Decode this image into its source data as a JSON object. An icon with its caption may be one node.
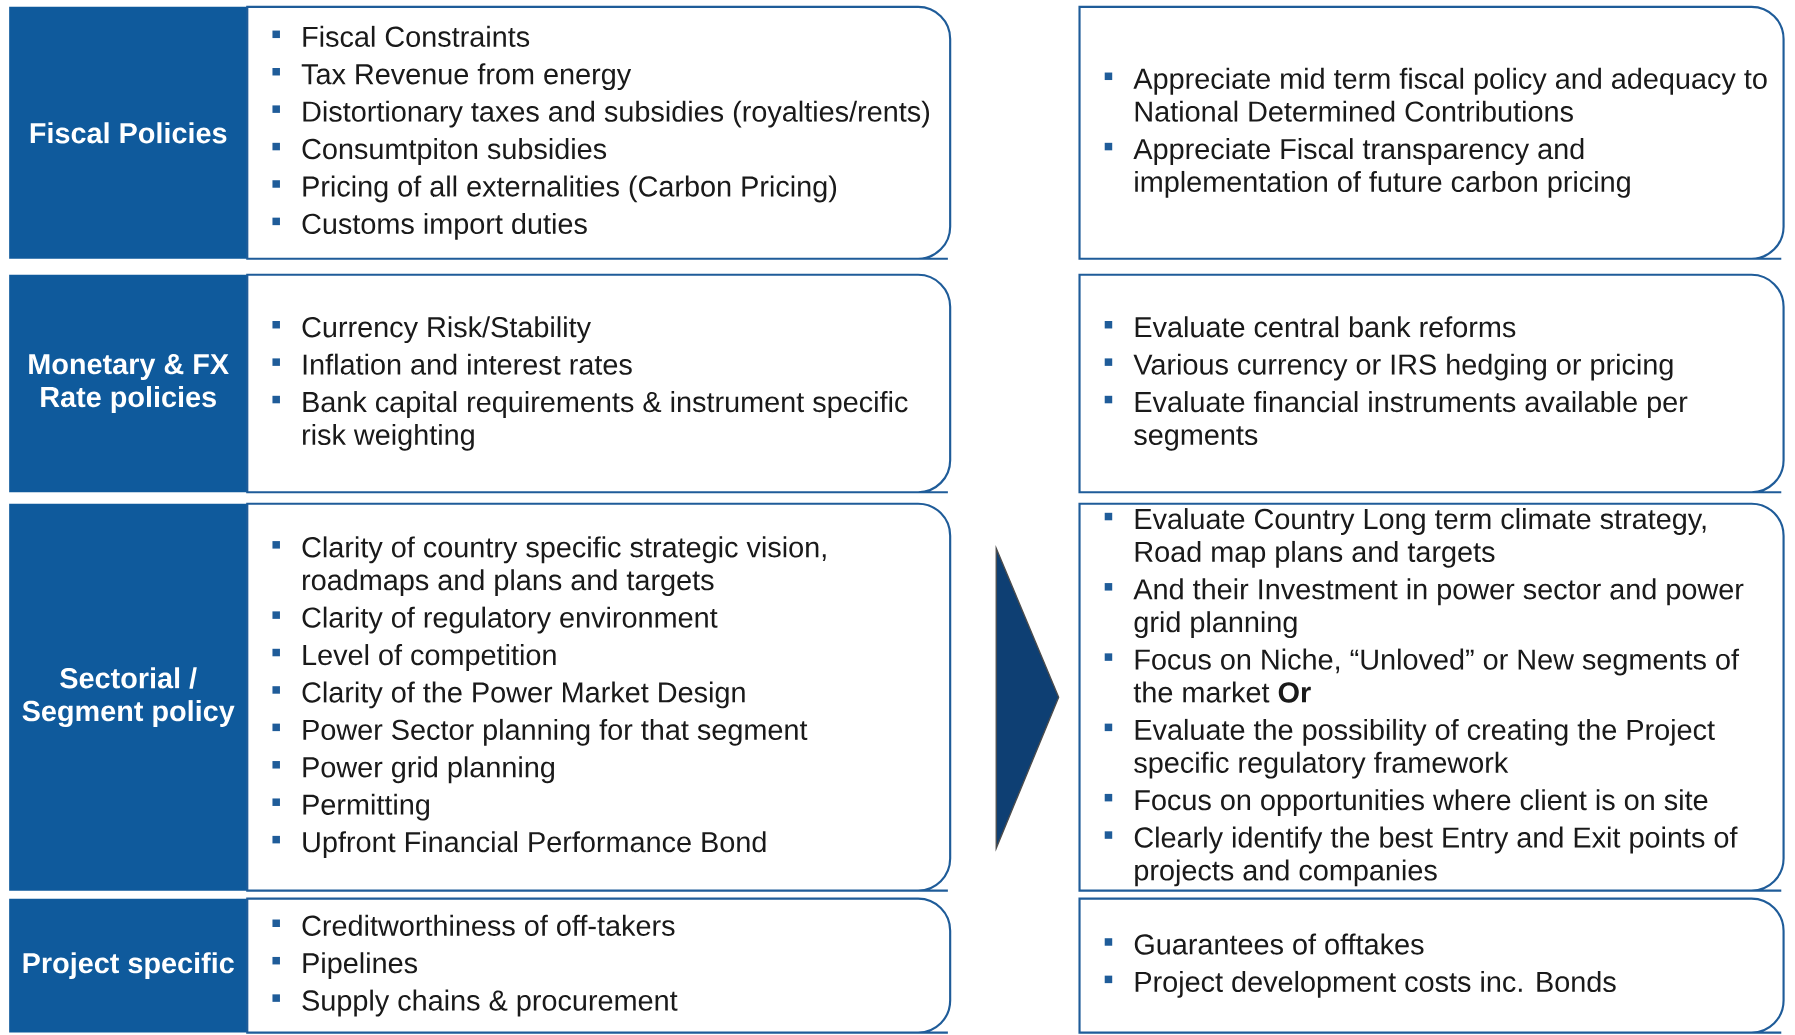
{
  "diagram": {
    "nodes": [
      {
        "text": [
          "Fiscal Policies"
        ]
      },
      {
        "text": [
          "Fiscal Constraints",
          "Tax Revenue from energy",
          "Distortionary taxes and subsidies (royalties/rents)",
          "Consumtpiton subsidies",
          "Pricing of all externalities (Carbon Pricing)",
          "Customs import duties"
        ]
      },
      {
        "text": [
          "Appreciate mid term fiscal policy and adequacy to National Determined Contributions",
          "Appreciate Fiscal transparency and implementation  of future carbon pricing"
        ]
      },
      {
        "text": [
          "Monetary & FX Rate policies"
        ]
      },
      {
        "text": [
          "Currency Risk/Stability",
          "Inflation and interest rates",
          "Bank capital requirements & instrument specific risk weighting"
        ]
      },
      {
        "text": [
          "Evaluate central bank reforms",
          "Various currency or IRS hedging or pricing",
          "Evaluate financial instruments available per segments"
        ]
      },
      {
        "text": [
          "Sectorial / Segment policy"
        ]
      },
      {
        "text": [
          "Clarity of country specific strategic vision, roadmaps and plans and targets",
          "Clarity of regulatory environment",
          "Level of competition",
          "Clarity of the Power Market Design",
          "Power Sector planning for that segment",
          "Power grid planning",
          "Permitting",
          "Upfront Financial Performance Bond"
        ]
      },
      {
        "text": [
          "Evaluate Country Long term climate strategy, Road map plans and targets",
          "And their Investment in power sector and power grid planning",
          "Focus on Niche, “Unloved” or New segments of the market **Or**",
          "Evaluate the possibility of creating the Project specific regulatory framework",
          "Focus on opportunities where client is on site",
          "Clearly identify the best Entry and Exit points of projects and companies"
        ]
      },
      {
        "text": [
          "Project specific"
        ]
      },
      {
        "text": [
          "Creditworthiness of off-takers",
          "Pipelines",
          "Supply chains & procurement"
        ]
      },
      {
        "text": [
          "Guarantees of offtakes",
          "Project development costs inc. Bonds"
        ]
      }
    ],
    "edges": [
      {
        "from": 7,
        "to": 8,
        "arrow": "to"
      }
    ]
  }
}
